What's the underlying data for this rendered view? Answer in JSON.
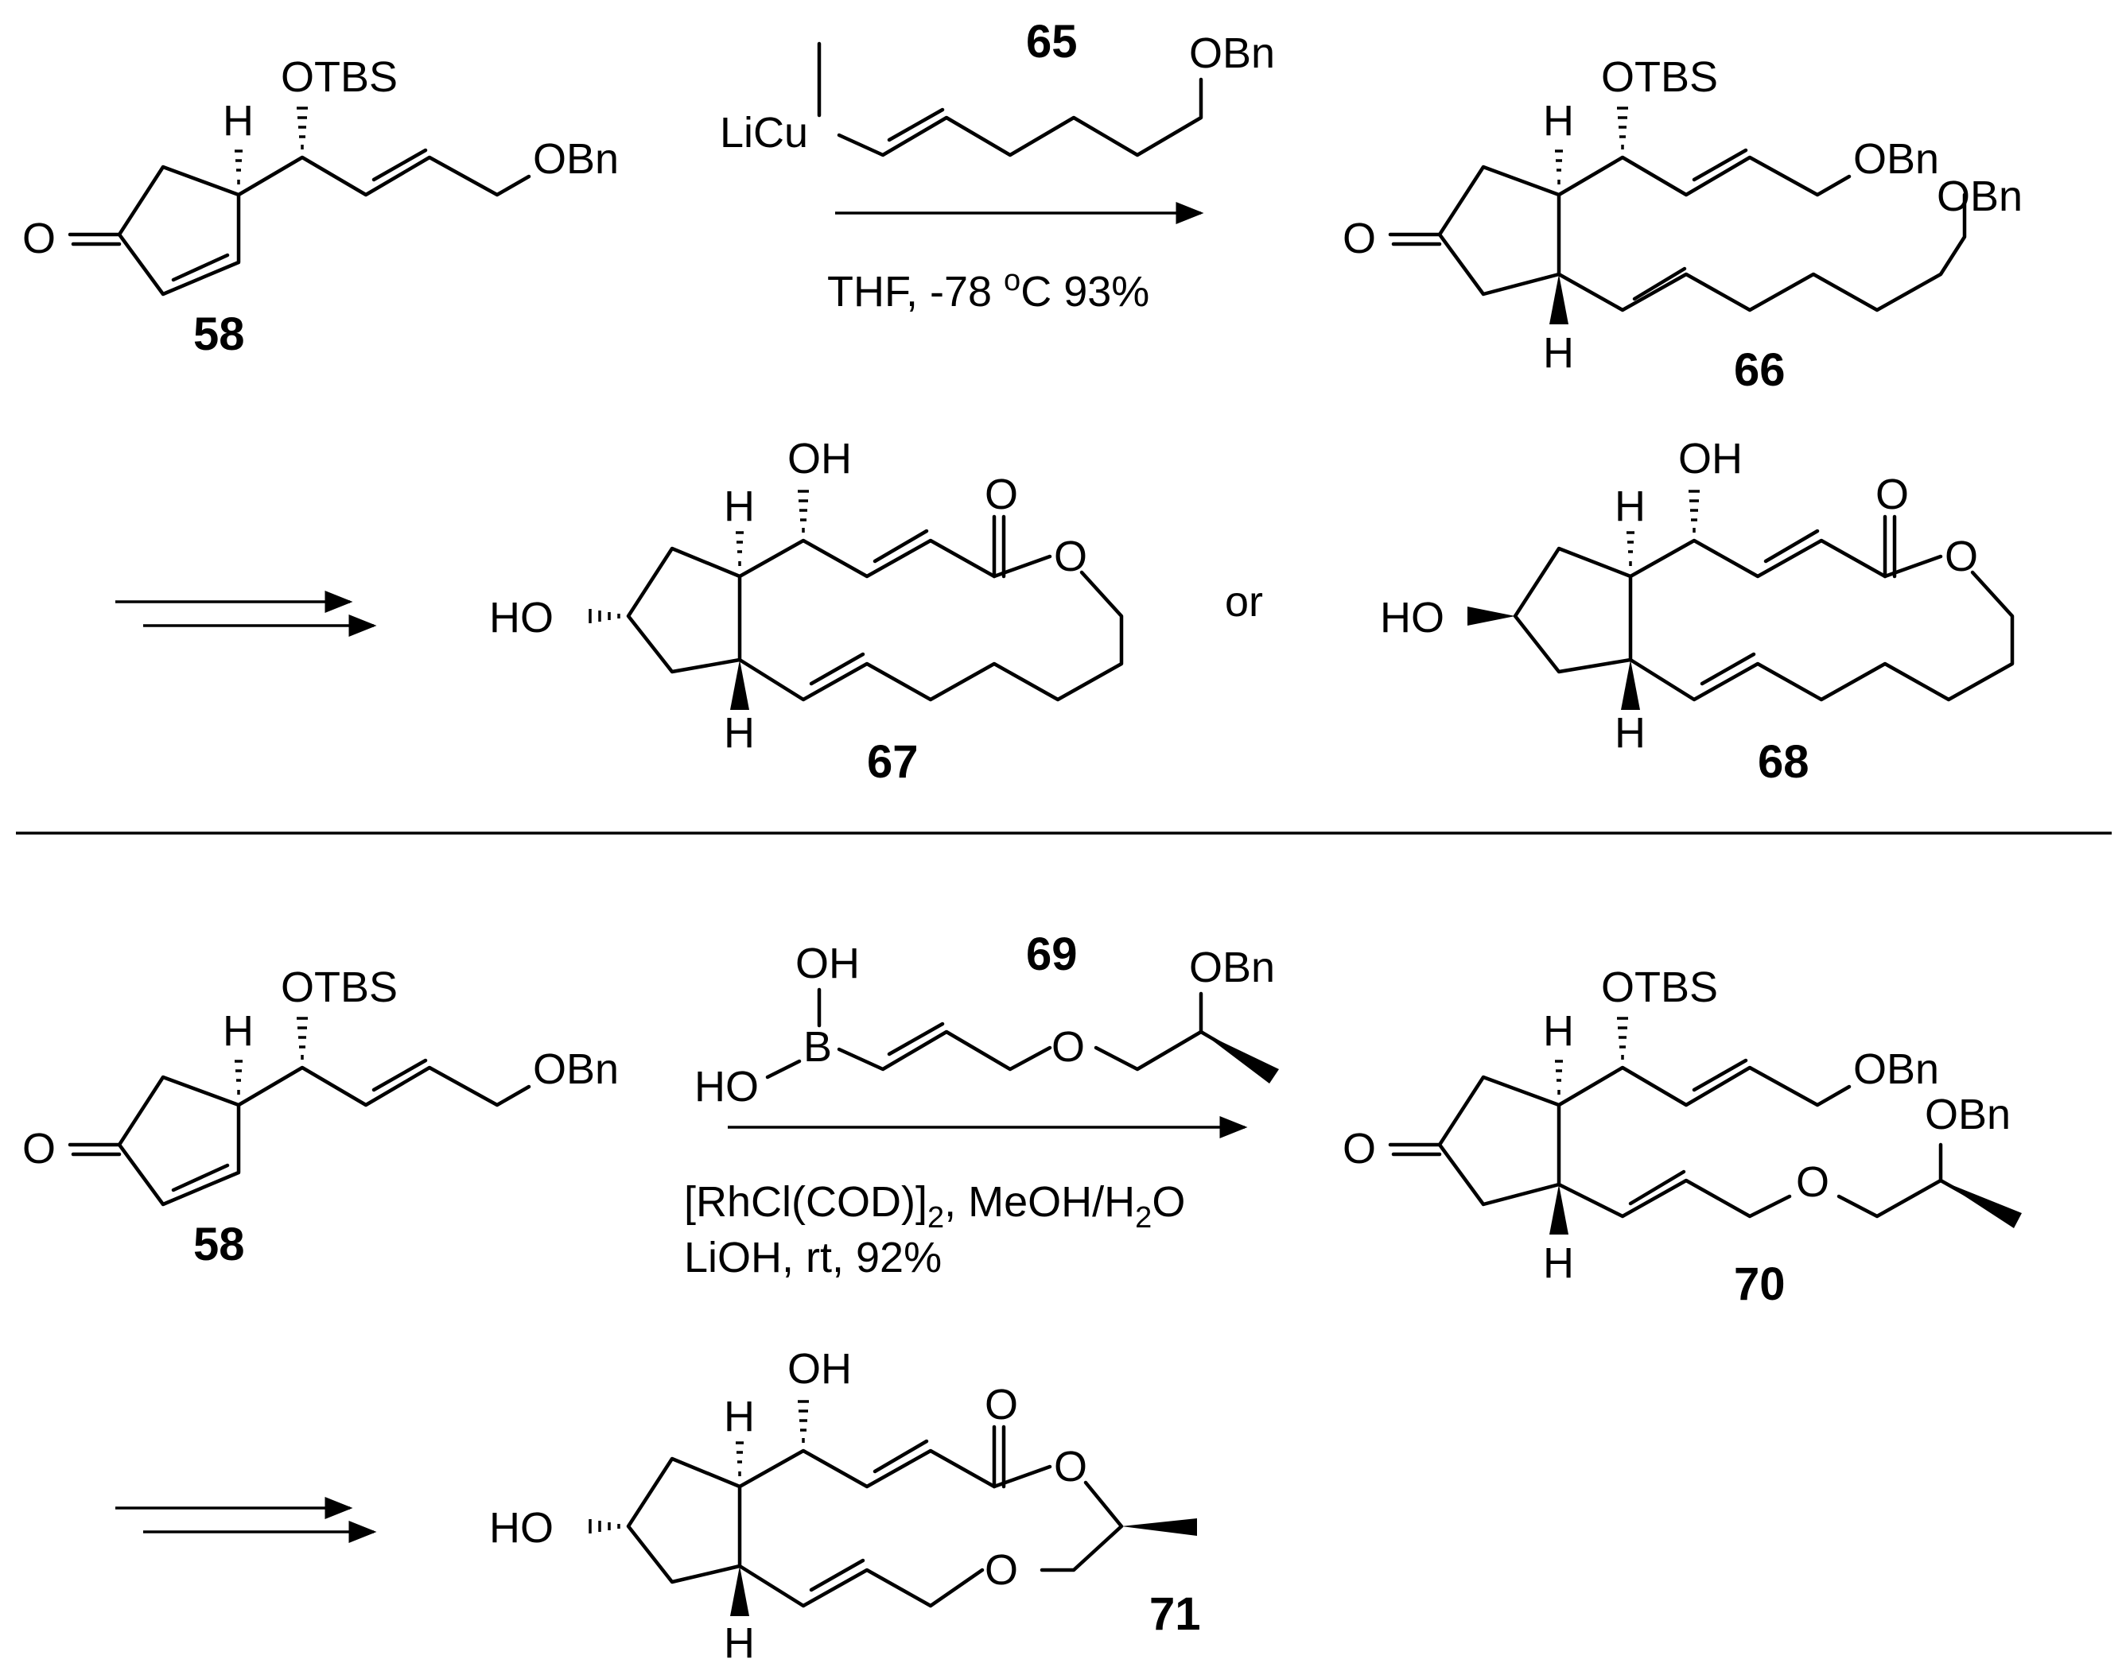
{
  "route1": {
    "start": {
      "number": "58",
      "labels": {
        "h": "H",
        "otbs": "OTBS",
        "obn": "OBn",
        "o": "O"
      }
    },
    "reagent": {
      "number": "65",
      "cuprate": "LiCu",
      "obn": "OBn"
    },
    "conditions": {
      "text": "THF, -78 °C 93%",
      "pre": "THF, -78 ",
      "degree": "o",
      "post": "C 93%"
    },
    "product": {
      "number": "66",
      "labels": {
        "h_top": "H",
        "h_bottom": "H",
        "otbs": "OTBS",
        "obn1": "OBn",
        "obn2": "OBn",
        "o": "O"
      }
    },
    "macrolide_a": {
      "number": "67",
      "labels": {
        "h_top": "H",
        "h_bottom": "H",
        "oh": "OH",
        "ho": "HO",
        "o_carbonyl": "O",
        "o_ring": "O"
      }
    },
    "separator_word": "or",
    "macrolide_b": {
      "number": "68",
      "labels": {
        "h_top": "H",
        "h_bottom": "H",
        "oh": "OH",
        "ho": "HO",
        "o_carbonyl": "O",
        "o_ring": "O"
      }
    }
  },
  "route2": {
    "start": {
      "number": "58",
      "labels": {
        "h": "H",
        "otbs": "OTBS",
        "obn": "OBn",
        "o": "O"
      }
    },
    "reagent": {
      "number": "69",
      "labels": {
        "oh": "OH",
        "b": "B",
        "ho": "HO",
        "o": "O",
        "obn": "OBn"
      }
    },
    "conditions": {
      "line1_pre": "[RhCl(COD)]",
      "line1_sub": "2",
      "line1_mid": ", MeOH/H",
      "line1_sub2": "2",
      "line1_post": "O",
      "line2": "LiOH, rt, 92%"
    },
    "product": {
      "number": "70",
      "labels": {
        "h_top": "H",
        "h_bottom": "H",
        "otbs": "OTBS",
        "obn1": "OBn",
        "obn2": "OBn",
        "o_ether": "O",
        "o": "O"
      }
    },
    "macrolide": {
      "number": "71",
      "labels": {
        "h_top": "H",
        "h_bottom": "H",
        "oh": "OH",
        "ho": "HO",
        "o_carbonyl": "O",
        "o_ring": "O",
        "o_ether": "O"
      }
    }
  }
}
